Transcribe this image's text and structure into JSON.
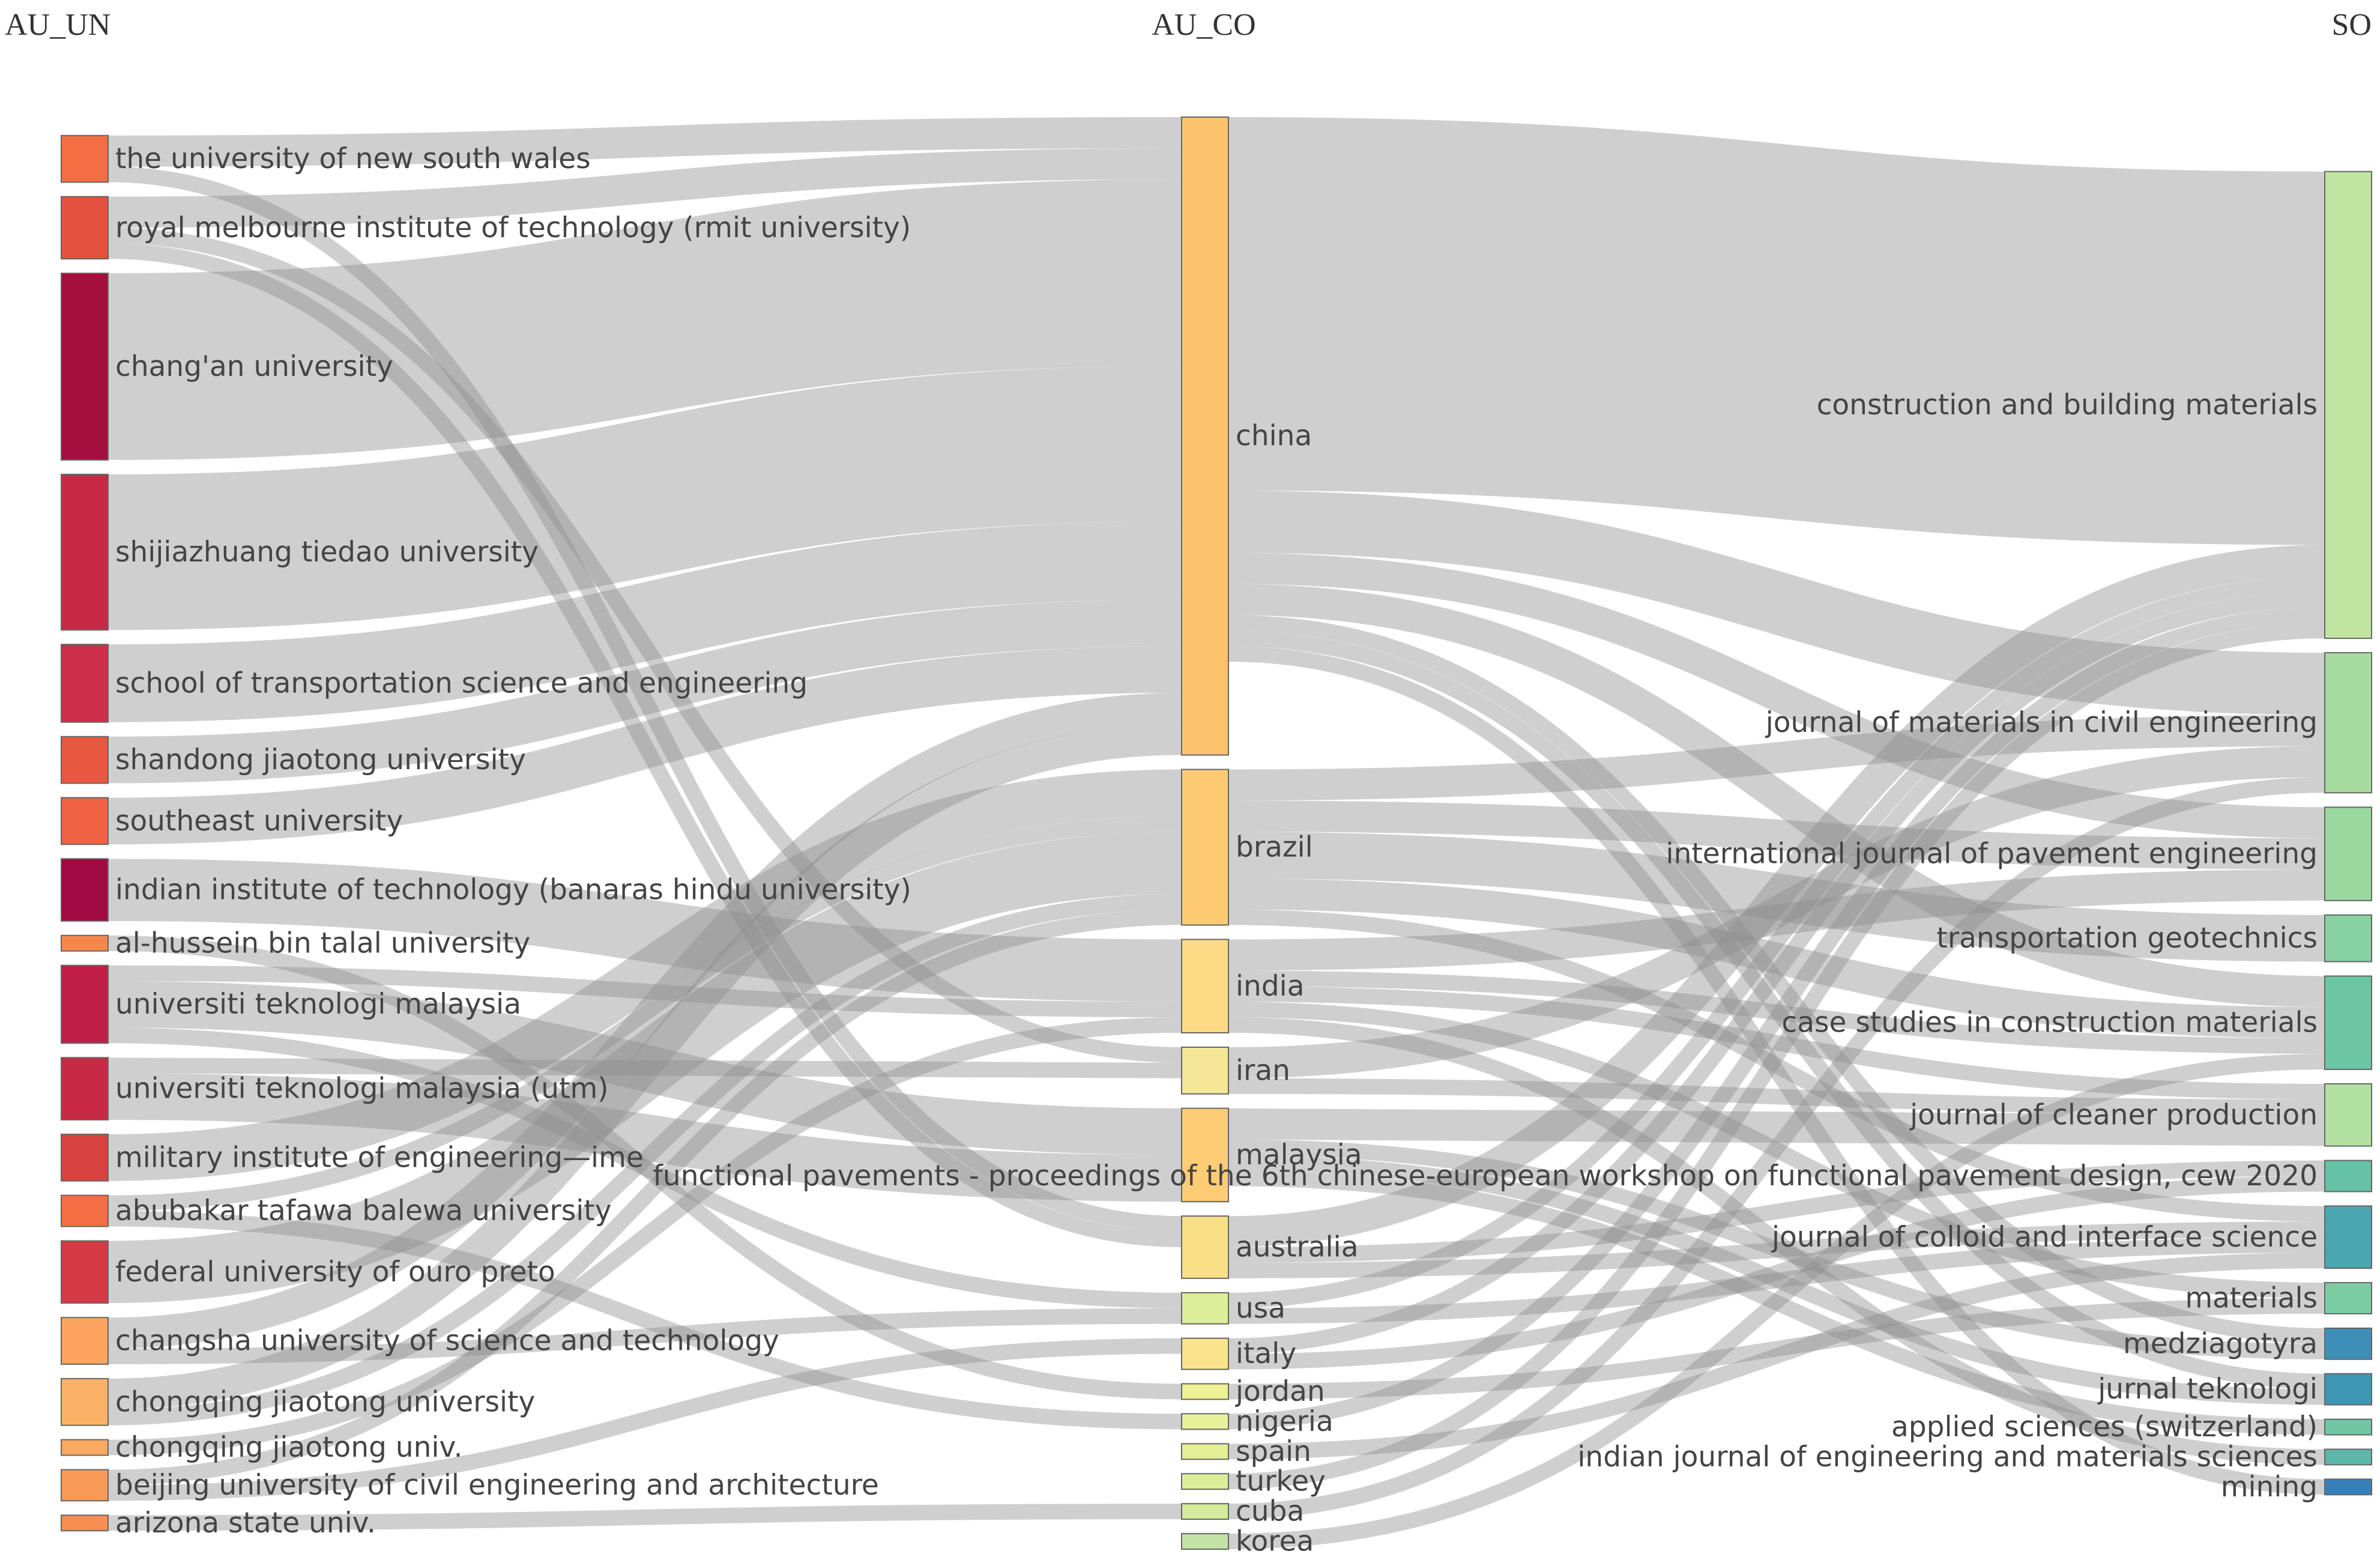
{
  "chart_data": {
    "type": "sankey",
    "columns": [
      "AU_UN",
      "AU_CO",
      "SO"
    ],
    "nodes": {
      "AU_UN": [
        {
          "id": "u1",
          "label": "the university of new south wales",
          "color": "#f46d43"
        },
        {
          "id": "u2",
          "label": "royal melbourne institute of technology (rmit university)",
          "color": "#e4523f"
        },
        {
          "id": "u3",
          "label": "chang'an university",
          "color": "#a50f40"
        },
        {
          "id": "u4",
          "label": "shijiazhuang tiedao university",
          "color": "#c82a45"
        },
        {
          "id": "u5",
          "label": "school of transportation science and engineering",
          "color": "#cc2f47"
        },
        {
          "id": "u6",
          "label": "shandong jiaotong university",
          "color": "#e8573f"
        },
        {
          "id": "u7",
          "label": "southeast university",
          "color": "#f06242"
        },
        {
          "id": "u8",
          "label": "indian institute of technology (banaras hindu university)",
          "color": "#a10a42"
        },
        {
          "id": "u9",
          "label": "al-hussein bin talal university",
          "color": "#f6874c"
        },
        {
          "id": "u10",
          "label": "universiti teknologi malaysia",
          "color": "#bf1f46"
        },
        {
          "id": "u11",
          "label": "universiti teknologi malaysia (utm)",
          "color": "#c82a45"
        },
        {
          "id": "u12",
          "label": "military institute of engineering—ime",
          "color": "#d8423f"
        },
        {
          "id": "u13",
          "label": "abubakar tafawa balewa university",
          "color": "#f46d43"
        },
        {
          "id": "u14",
          "label": "federal university of ouro preto",
          "color": "#d43a45"
        },
        {
          "id": "u15",
          "label": "changsha university of science and technology",
          "color": "#fba560"
        },
        {
          "id": "u16",
          "label": "chongqing jiaotong university",
          "color": "#fbb266"
        },
        {
          "id": "u17",
          "label": "chongqing jiaotong univ.",
          "color": "#fba960"
        },
        {
          "id": "u18",
          "label": "beijing university of civil engineering and architecture",
          "color": "#f99a56"
        },
        {
          "id": "u19",
          "label": "arizona state univ.",
          "color": "#f68e52"
        }
      ],
      "AU_CO": [
        {
          "id": "c1",
          "label": "china",
          "color": "#fdc26c"
        },
        {
          "id": "c2",
          "label": "brazil",
          "color": "#fdca72"
        },
        {
          "id": "c3",
          "label": "india",
          "color": "#fddb86"
        },
        {
          "id": "c4",
          "label": "iran",
          "color": "#f4e797"
        },
        {
          "id": "c5",
          "label": "malaysia",
          "color": "#fdcd75"
        },
        {
          "id": "c6",
          "label": "australia",
          "color": "#f8df86"
        },
        {
          "id": "c7",
          "label": "usa",
          "color": "#dcee9a"
        },
        {
          "id": "c8",
          "label": "italy",
          "color": "#f9e38c"
        },
        {
          "id": "c9",
          "label": "jordan",
          "color": "#eef094"
        },
        {
          "id": "c10",
          "label": "nigeria",
          "color": "#e8f09a"
        },
        {
          "id": "c11",
          "label": "spain",
          "color": "#e4ef96"
        },
        {
          "id": "c12",
          "label": "turkey",
          "color": "#dcee98"
        },
        {
          "id": "c13",
          "label": "cuba",
          "color": "#d4ec9c"
        },
        {
          "id": "c14",
          "label": "korea",
          "color": "#c3e3a4"
        }
      ],
      "SO": [
        {
          "id": "s1",
          "label": "construction and building materials",
          "color": "#bfe5a0"
        },
        {
          "id": "s2",
          "label": "journal of materials in civil engineering",
          "color": "#a7dca0"
        },
        {
          "id": "s3",
          "label": "international journal of pavement engineering",
          "color": "#9ad8a0"
        },
        {
          "id": "s4",
          "label": "transportation geotechnics",
          "color": "#88d1a1"
        },
        {
          "id": "s5",
          "label": "case studies in construction materials",
          "color": "#6cc6a4"
        },
        {
          "id": "s6",
          "label": "journal of cleaner production",
          "color": "#b3e1a2"
        },
        {
          "id": "s7",
          "label": "functional pavements - proceedings of the 6th chinese-european workshop on functional pavement design, cew 2020",
          "color": "#66c2a5"
        },
        {
          "id": "s8",
          "label": "journal of colloid and interface science",
          "color": "#4aa6b0"
        },
        {
          "id": "s9",
          "label": "materials",
          "color": "#7ccca3"
        },
        {
          "id": "s10",
          "label": "medziagotyra",
          "color": "#3d8fb8"
        },
        {
          "id": "s11",
          "label": "jurnal teknologi",
          "color": "#3f97b6"
        },
        {
          "id": "s12",
          "label": "applied sciences (switzerland)",
          "color": "#70c7a4"
        },
        {
          "id": "s13",
          "label": "indian journal of engineering and materials sciences",
          "color": "#5cb7a9"
        },
        {
          "id": "s14",
          "label": "mining",
          "color": "#3880ba"
        }
      ]
    },
    "links": [
      {
        "source": "u1",
        "target": "c1",
        "value": 2
      },
      {
        "source": "u1",
        "target": "c6",
        "value": 1
      },
      {
        "source": "u2",
        "target": "c1",
        "value": 2
      },
      {
        "source": "u2",
        "target": "c4",
        "value": 1
      },
      {
        "source": "u2",
        "target": "c6",
        "value": 1
      },
      {
        "source": "u3",
        "target": "c1",
        "value": 12
      },
      {
        "source": "u4",
        "target": "c1",
        "value": 10
      },
      {
        "source": "u5",
        "target": "c1",
        "value": 5
      },
      {
        "source": "u6",
        "target": "c1",
        "value": 3
      },
      {
        "source": "u7",
        "target": "c1",
        "value": 3
      },
      {
        "source": "u8",
        "target": "c3",
        "value": 4
      },
      {
        "source": "u9",
        "target": "c9",
        "value": 1
      },
      {
        "source": "u10",
        "target": "c5",
        "value": 3
      },
      {
        "source": "u10",
        "target": "c3",
        "value": 1
      },
      {
        "source": "u10",
        "target": "c7",
        "value": 1
      },
      {
        "source": "u11",
        "target": "c5",
        "value": 3
      },
      {
        "source": "u11",
        "target": "c4",
        "value": 1
      },
      {
        "source": "u12",
        "target": "c2",
        "value": 3
      },
      {
        "source": "u13",
        "target": "c10",
        "value": 1
      },
      {
        "source": "u13",
        "target": "c2",
        "value": 1
      },
      {
        "source": "u14",
        "target": "c2",
        "value": 4
      },
      {
        "source": "u15",
        "target": "c1",
        "value": 2
      },
      {
        "source": "u15",
        "target": "c7",
        "value": 1
      },
      {
        "source": "u16",
        "target": "c1",
        "value": 2
      },
      {
        "source": "u16",
        "target": "c2",
        "value": 1
      },
      {
        "source": "u17",
        "target": "c3",
        "value": 1
      },
      {
        "source": "u18",
        "target": "c2",
        "value": 1
      },
      {
        "source": "u18",
        "target": "c8",
        "value": 1
      },
      {
        "source": "u19",
        "target": "c13",
        "value": 1
      },
      {
        "source": "c1",
        "target": "s1",
        "value": 24
      },
      {
        "source": "c1",
        "target": "s2",
        "value": 4
      },
      {
        "source": "c1",
        "target": "s3",
        "value": 2
      },
      {
        "source": "c1",
        "target": "s5",
        "value": 2
      },
      {
        "source": "c1",
        "target": "s10",
        "value": 1
      },
      {
        "source": "c1",
        "target": "s11",
        "value": 1
      },
      {
        "source": "c1",
        "target": "s14",
        "value": 1
      },
      {
        "source": "c2",
        "target": "s4",
        "value": 3
      },
      {
        "source": "c2",
        "target": "s3",
        "value": 2
      },
      {
        "source": "c2",
        "target": "s5",
        "value": 2
      },
      {
        "source": "c2",
        "target": "s8",
        "value": 1
      },
      {
        "source": "c2",
        "target": "s2",
        "value": 2
      },
      {
        "source": "c3",
        "target": "s3",
        "value": 2
      },
      {
        "source": "c3",
        "target": "s5",
        "value": 1
      },
      {
        "source": "c3",
        "target": "s9",
        "value": 1
      },
      {
        "source": "c3",
        "target": "s13",
        "value": 1
      },
      {
        "source": "c3",
        "target": "s6",
        "value": 1
      },
      {
        "source": "c4",
        "target": "s2",
        "value": 2
      },
      {
        "source": "c4",
        "target": "s6",
        "value": 1
      },
      {
        "source": "c5",
        "target": "s6",
        "value": 2
      },
      {
        "source": "c5",
        "target": "s11",
        "value": 1
      },
      {
        "source": "c5",
        "target": "s10",
        "value": 1
      },
      {
        "source": "c5",
        "target": "s12",
        "value": 1
      },
      {
        "source": "c6",
        "target": "s7",
        "value": 1
      },
      {
        "source": "c6",
        "target": "s1",
        "value": 2
      },
      {
        "source": "c6",
        "target": "s8",
        "value": 1
      },
      {
        "source": "c7",
        "target": "s1",
        "value": 1
      },
      {
        "source": "c7",
        "target": "s8",
        "value": 1
      },
      {
        "source": "c8",
        "target": "s7",
        "value": 1
      },
      {
        "source": "c8",
        "target": "s1",
        "value": 1
      },
      {
        "source": "c9",
        "target": "s9",
        "value": 1
      },
      {
        "source": "c10",
        "target": "s1",
        "value": 1
      },
      {
        "source": "c11",
        "target": "s8",
        "value": 1
      },
      {
        "source": "c12",
        "target": "s1",
        "value": 1
      },
      {
        "source": "c13",
        "target": "s2",
        "value": 1
      },
      {
        "source": "c14",
        "target": "s5",
        "value": 1
      }
    ]
  }
}
